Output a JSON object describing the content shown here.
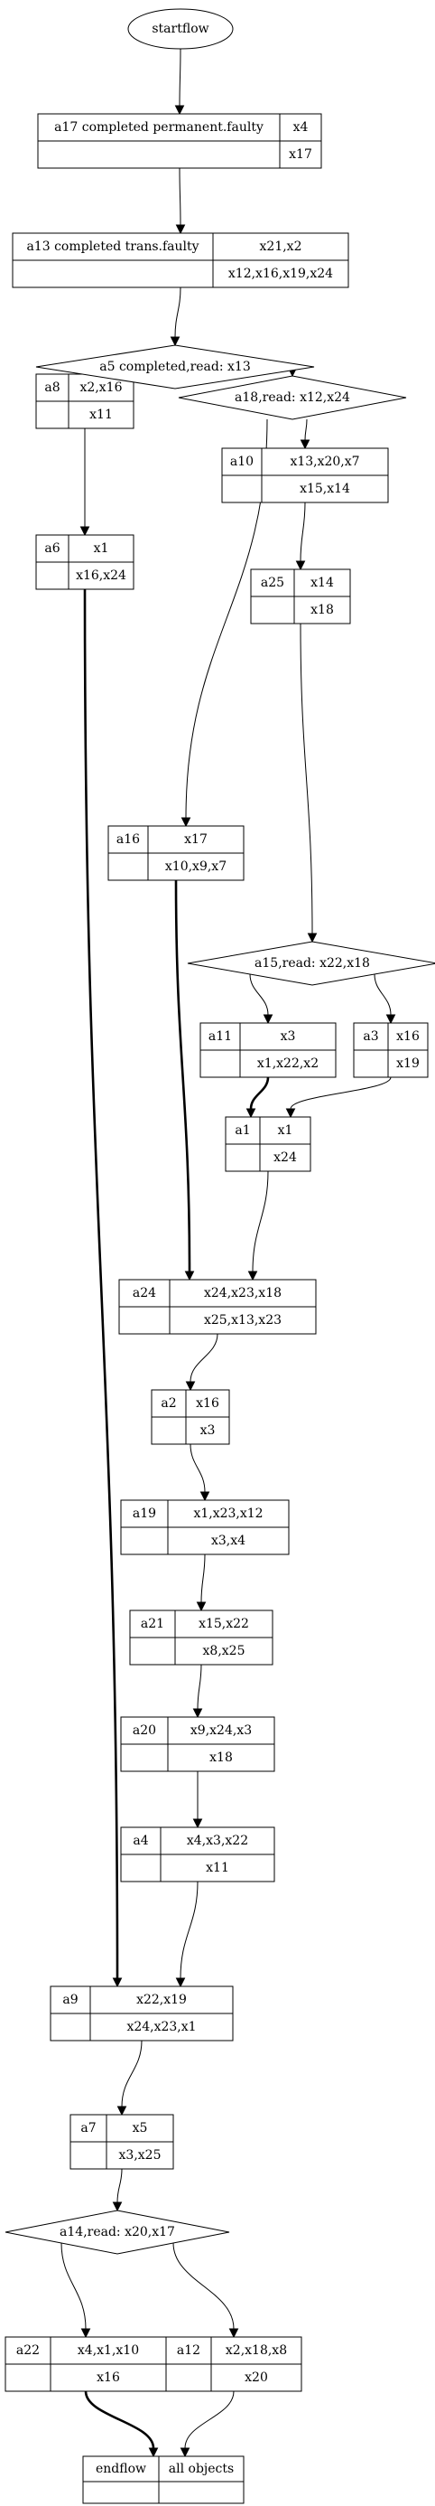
{
  "start": {
    "label": "startflow"
  },
  "end": {
    "label": "endflow",
    "note": "all objects"
  },
  "nodes": [
    {
      "id": "a17",
      "label": "a17 completed permanent.faulty",
      "top": "x4",
      "bottom": "x17"
    },
    {
      "id": "a13",
      "label": "a13 completed trans.faulty",
      "top": "x21,x2",
      "bottom": "x12,x16,x19,x24"
    },
    {
      "id": "a8",
      "label": "a8",
      "top": "x2,x16",
      "bottom": "x11"
    },
    {
      "id": "a6",
      "label": "a6",
      "top": "x1",
      "bottom": "x16,x24"
    },
    {
      "id": "a10",
      "label": "a10",
      "top": "x13,x20,x7",
      "bottom": "x15,x14"
    },
    {
      "id": "a25",
      "label": "a25",
      "top": "x14",
      "bottom": "x18"
    },
    {
      "id": "a16",
      "label": "a16",
      "top": "x17",
      "bottom": "x10,x9,x7"
    },
    {
      "id": "a11",
      "label": "a11",
      "top": "x3",
      "bottom": "x1,x22,x2"
    },
    {
      "id": "a3",
      "label": "a3",
      "top": "x16",
      "bottom": "x19"
    },
    {
      "id": "a1",
      "label": "a1",
      "top": "x1",
      "bottom": "x24"
    },
    {
      "id": "a24",
      "label": "a24",
      "top": "x24,x23,x18",
      "bottom": "x25,x13,x23"
    },
    {
      "id": "a2",
      "label": "a2",
      "top": "x16",
      "bottom": "x3"
    },
    {
      "id": "a19",
      "label": "a19",
      "top": "x1,x23,x12",
      "bottom": "x3,x4"
    },
    {
      "id": "a21",
      "label": "a21",
      "top": "x15,x22",
      "bottom": "x8,x25"
    },
    {
      "id": "a20",
      "label": "a20",
      "top": "x9,x24,x3",
      "bottom": "x18"
    },
    {
      "id": "a4",
      "label": "a4",
      "top": "x4,x3,x22",
      "bottom": "x11"
    },
    {
      "id": "a9",
      "label": "a9",
      "top": "x22,x19",
      "bottom": "x24,x23,x1"
    },
    {
      "id": "a7",
      "label": "a7",
      "top": "x5",
      "bottom": "x3,x25"
    },
    {
      "id": "a22",
      "label": "a22",
      "top": "x4,x1,x10",
      "bottom": "x16"
    },
    {
      "id": "a12",
      "label": "a12",
      "top": "x2,x18,x8",
      "bottom": "x20"
    }
  ],
  "decisions": [
    {
      "id": "a5",
      "label": "a5 completed,read: x13"
    },
    {
      "id": "a18",
      "label": "a18,read: x12,x24"
    },
    {
      "id": "a15",
      "label": "a15,read: x22,x18"
    },
    {
      "id": "a14",
      "label": "a14,read: x20,x17"
    }
  ],
  "edges": [
    {
      "from": "start",
      "to": "a17",
      "bold": false
    },
    {
      "from": "a17",
      "to": "a13",
      "bold": false
    },
    {
      "from": "a13",
      "to": "a5",
      "bold": false
    },
    {
      "from": "a5",
      "to": "a8",
      "bold": false
    },
    {
      "from": "a5",
      "to": "a18",
      "bold": false
    },
    {
      "from": "a8",
      "to": "a6",
      "bold": false
    },
    {
      "from": "a18",
      "to": "a10",
      "bold": false
    },
    {
      "from": "a18",
      "to": "a16",
      "bold": false
    },
    {
      "from": "a10",
      "to": "a25",
      "bold": false
    },
    {
      "from": "a25",
      "to": "a15",
      "bold": false
    },
    {
      "from": "a15",
      "to": "a11",
      "bold": false
    },
    {
      "from": "a15",
      "to": "a3",
      "bold": false
    },
    {
      "from": "a11",
      "to": "a1",
      "bold": true
    },
    {
      "from": "a3",
      "to": "a1",
      "bold": false
    },
    {
      "from": "a16",
      "to": "a24",
      "bold": true
    },
    {
      "from": "a1",
      "to": "a24",
      "bold": false
    },
    {
      "from": "a24",
      "to": "a2",
      "bold": false
    },
    {
      "from": "a2",
      "to": "a19",
      "bold": false
    },
    {
      "from": "a19",
      "to": "a21",
      "bold": false
    },
    {
      "from": "a21",
      "to": "a20",
      "bold": false
    },
    {
      "from": "a20",
      "to": "a4",
      "bold": false
    },
    {
      "from": "a6",
      "to": "a9",
      "bold": true
    },
    {
      "from": "a4",
      "to": "a9",
      "bold": false
    },
    {
      "from": "a9",
      "to": "a7",
      "bold": false
    },
    {
      "from": "a7",
      "to": "a14",
      "bold": false
    },
    {
      "from": "a14",
      "to": "a22",
      "bold": false
    },
    {
      "from": "a14",
      "to": "a12",
      "bold": false
    },
    {
      "from": "a22",
      "to": "end",
      "bold": true
    },
    {
      "from": "a12",
      "to": "end",
      "bold": false
    }
  ]
}
